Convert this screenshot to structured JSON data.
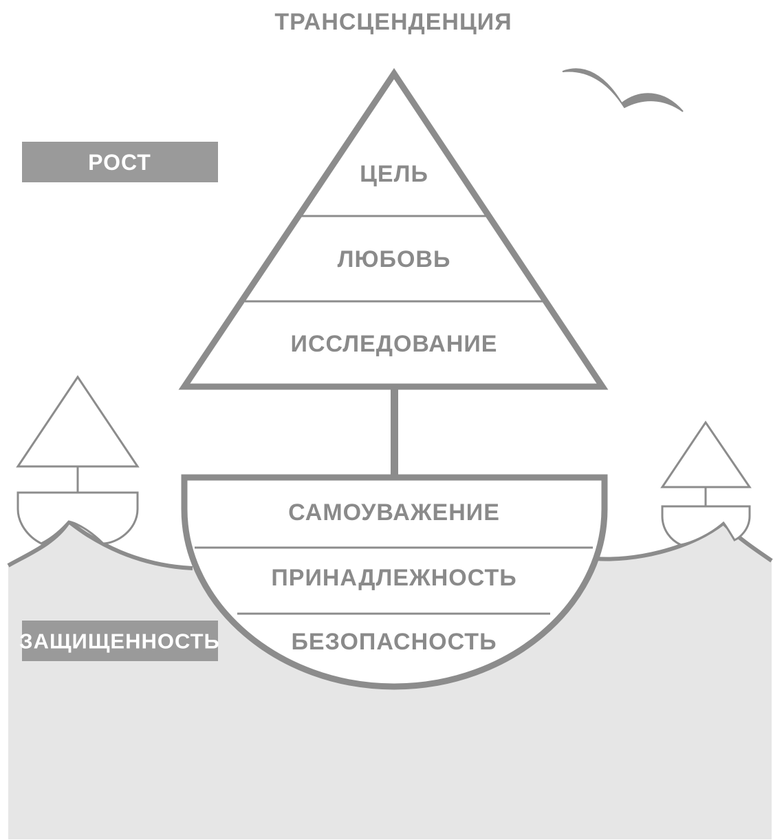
{
  "diagram": {
    "top_label": "ТРАНСЦЕНДЕНЦИЯ",
    "growth_label": "РОСТ",
    "security_label": "ЗАЩИЩЕННОСТЬ",
    "sail_levels": [
      "ЦЕЛЬ",
      "ЛЮБОВЬ",
      "ИССЛЕДОВАНИЕ"
    ],
    "hull_levels": [
      "САМОУВАЖЕНИЕ",
      "ПРИНАДЛЕЖНОСТЬ",
      "БЕЗОПАСНОСТЬ"
    ]
  },
  "colors": {
    "stroke": "#8c8c8c",
    "water": "#e6e6e6",
    "label_box": "#9a9a9a",
    "text": "#8a8a8a"
  },
  "icons": [
    "bird-icon",
    "small-boat-left-icon",
    "small-boat-right-icon"
  ]
}
